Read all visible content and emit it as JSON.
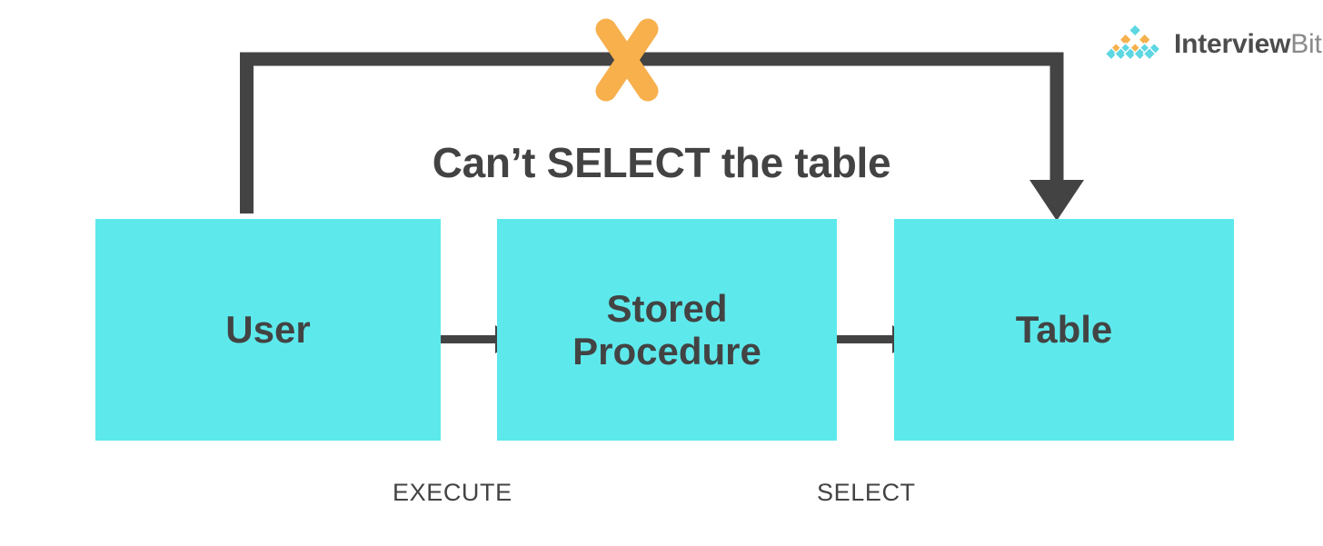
{
  "brand": {
    "name_primary": "Interview",
    "name_secondary": "Bit",
    "mark_icon": "diamond-pyramid-logo-icon",
    "colors": {
      "cyan": "#5DE9EC",
      "orange": "#F7B04C",
      "dark_gray": "#434343",
      "text_gray": "#4c4c4c",
      "muted_gray": "#8a8a8a",
      "background": "#ffffff"
    }
  },
  "diagram": {
    "type": "flow",
    "headline": "Can’t SELECT the table",
    "nodes": [
      {
        "id": "user",
        "label": "User"
      },
      {
        "id": "procedure",
        "label": "Stored\nProcedure"
      },
      {
        "id": "table",
        "label": "Table"
      }
    ],
    "edges": [
      {
        "from": "user",
        "to": "procedure",
        "label": "EXECUTE",
        "style": "allowed",
        "direction": "right"
      },
      {
        "from": "procedure",
        "to": "table",
        "label": "SELECT",
        "style": "allowed",
        "direction": "right"
      },
      {
        "from": "user",
        "to": "table",
        "label": "Can’t SELECT the table",
        "style": "blocked",
        "direction": "right",
        "marker": "x-cross-icon"
      }
    ],
    "edge_labels": {
      "execute": "EXECUTE",
      "select": "SELECT"
    },
    "blocked_marker": "x-cross-icon"
  }
}
